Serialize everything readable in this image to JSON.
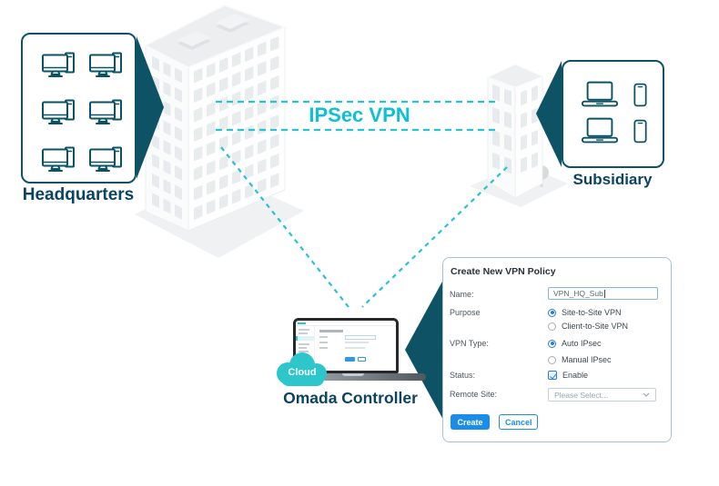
{
  "scene": {
    "ipsec_label": "IPSec VPN",
    "headquarters": {
      "label": "Headquarters"
    },
    "subsidiary": {
      "label": "Subsidiary"
    },
    "controller": {
      "label": "Omada Controller",
      "cloud_badge": "Cloud"
    }
  },
  "vpn_form": {
    "title": "Create New VPN Policy",
    "name": {
      "label": "Name:",
      "value": "VPN_HQ_Sub"
    },
    "purpose": {
      "label": "Purpose",
      "option_site": "Site-to-Site VPN",
      "option_client": "Client-to-Site VPN",
      "selected": "Site-to-Site VPN"
    },
    "vpn_type": {
      "label": "VPN Type:",
      "option_auto": "Auto IPsec",
      "option_manual": "Manual IPsec",
      "selected": "Auto IPsec"
    },
    "status": {
      "label": "Status:",
      "option": "Enable",
      "checked": true
    },
    "remote_site": {
      "label": "Remote Site:",
      "value": "Please Select..."
    },
    "buttons": {
      "create": "Create",
      "cancel": "Cancel"
    }
  },
  "colors": {
    "accent_cyan": "#0cc0d6",
    "dash_cyan": "#27c2d6",
    "dark_teal": "#0e5365",
    "label_navy": "#0c4360",
    "cloud_teal": "#2cc6cb",
    "action_blue": "#1b8de8"
  }
}
